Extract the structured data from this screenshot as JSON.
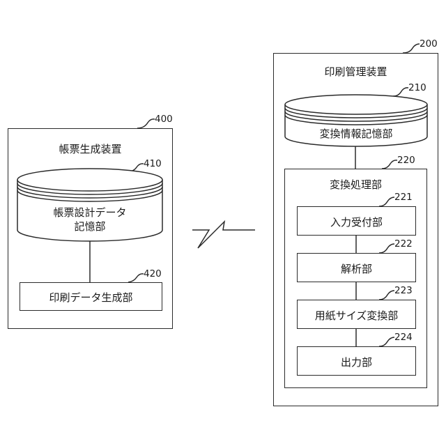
{
  "device_400": {
    "ref": "400",
    "title": "帳票生成装置"
  },
  "db_410": {
    "ref": "410",
    "line1": "帳票設計データ",
    "line2": "記憶部"
  },
  "unit_420": {
    "ref": "420",
    "label": "印刷データ生成部"
  },
  "device_200": {
    "ref": "200",
    "title": "印刷管理装置"
  },
  "db_210": {
    "ref": "210",
    "label": "変換情報記憶部"
  },
  "unit_220": {
    "ref": "220",
    "title": "変換処理部"
  },
  "unit_221": {
    "ref": "221",
    "label": "入力受付部"
  },
  "unit_222": {
    "ref": "222",
    "label": "解析部"
  },
  "unit_223": {
    "ref": "223",
    "label": "用紙サイズ変換部"
  },
  "unit_224": {
    "ref": "224",
    "label": "出力部"
  }
}
